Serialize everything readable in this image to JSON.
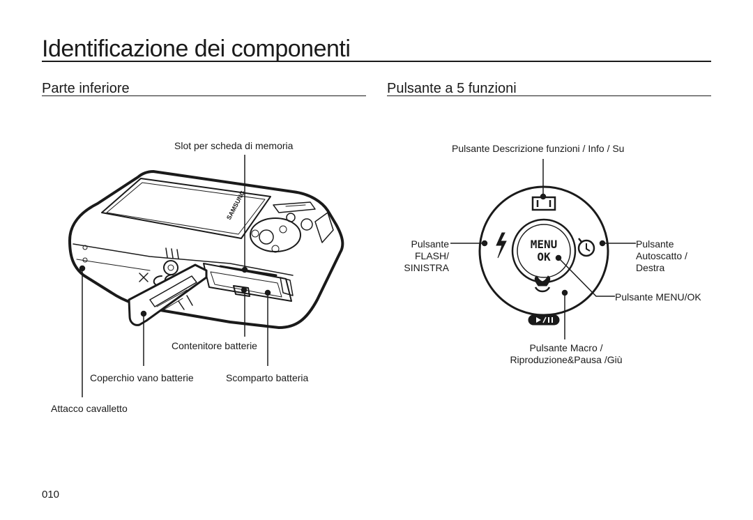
{
  "page_title": "Identificazione dei componenti",
  "sections": {
    "left": {
      "title": "Parte inferiore",
      "labels": {
        "memory_slot": "Slot per scheda di memoria",
        "battery_holder": "Contenitore batterie",
        "battery_cover": "Coperchio vano batterie",
        "battery_compartment": "Scomparto batteria",
        "tripod_socket": "Attacco cavalletto"
      }
    },
    "right": {
      "title": "Pulsante a 5 funzioni",
      "labels": {
        "top": "Pulsante Descrizione funzioni / Info / Su",
        "left": [
          "Pulsante",
          "FLASH/",
          "SINISTRA"
        ],
        "right": [
          "Pulsante",
          "Autoscatto /",
          "Destra"
        ],
        "menu_ok": "Pulsante MENU/OK",
        "bottom": [
          "Pulsante Macro /",
          "Riproduzione&Pausa /Giù"
        ]
      },
      "button_text": {
        "menu": "MENU",
        "ok": "OK"
      }
    }
  },
  "page_number": "010"
}
